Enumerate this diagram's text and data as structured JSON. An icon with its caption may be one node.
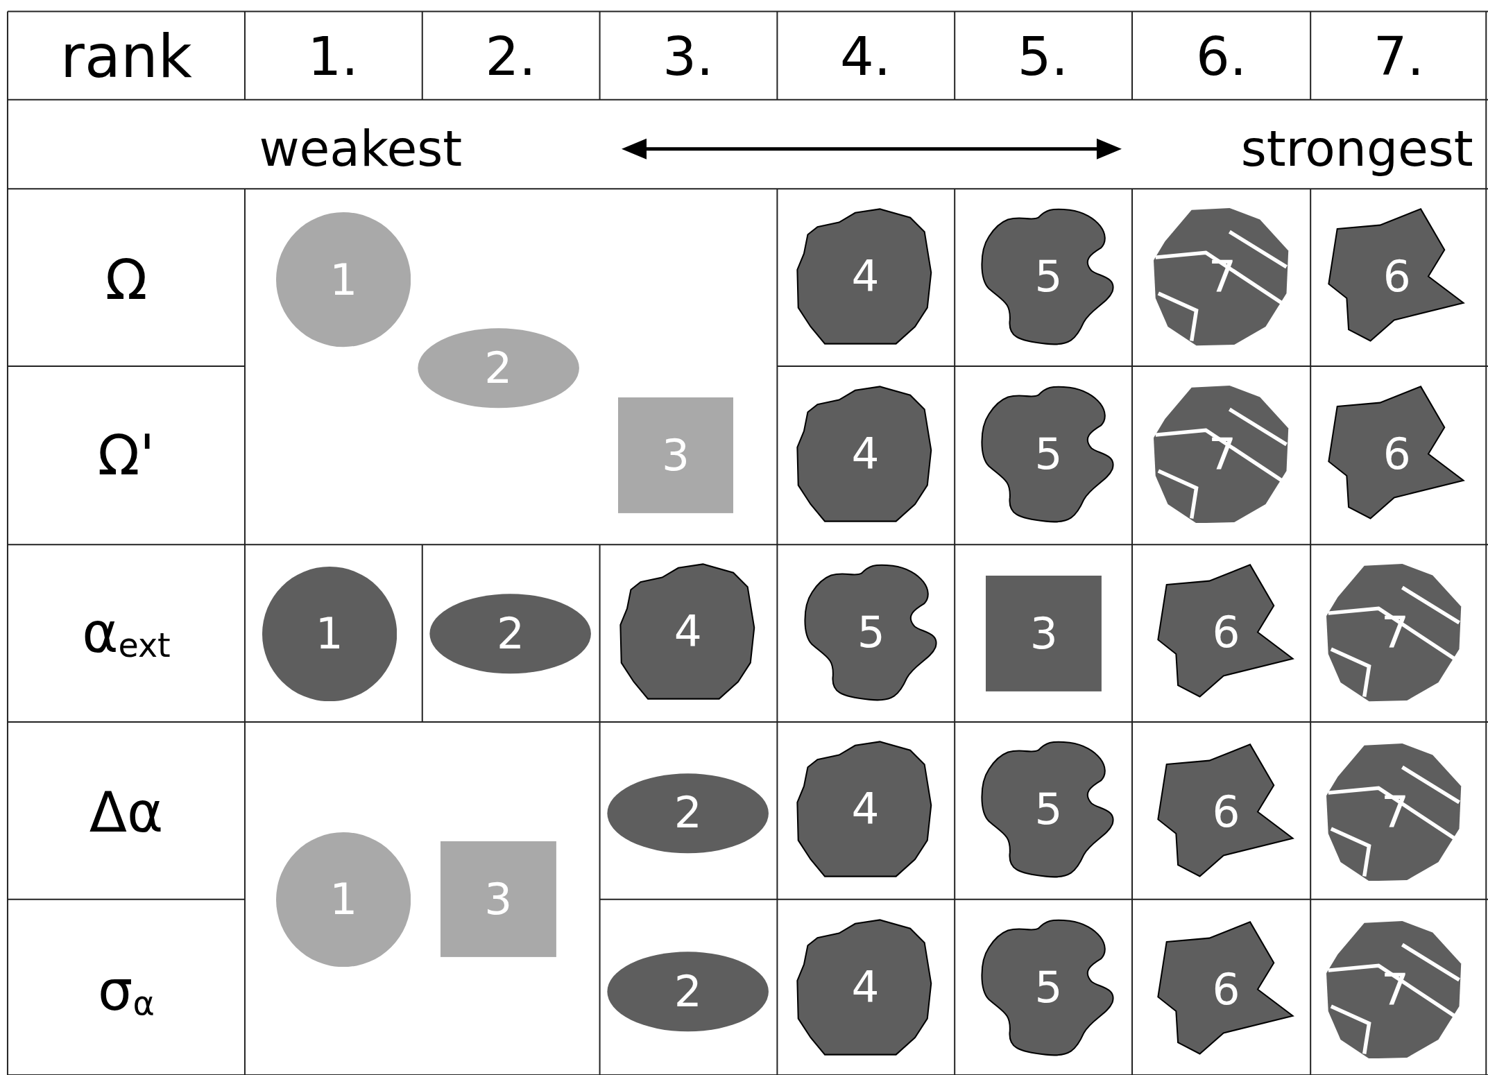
{
  "diagram": {
    "nodes": [
      {
        "text": [
          "1"
        ]
      },
      {
        "text": [
          "4"
        ]
      },
      {
        "text": [
          "5"
        ]
      },
      {
        "text": [
          "7"
        ]
      },
      {
        "text": [
          "6"
        ]
      },
      {
        "text": [
          "2"
        ]
      },
      {
        "text": [
          "3"
        ]
      },
      {
        "text": [
          "4"
        ]
      },
      {
        "text": [
          "5"
        ]
      },
      {
        "text": [
          "7"
        ]
      },
      {
        "text": [
          "6"
        ]
      },
      {
        "text": [
          "1"
        ]
      },
      {
        "text": [
          "2"
        ]
      },
      {
        "text": [
          "4"
        ]
      },
      {
        "text": [
          "5"
        ]
      },
      {
        "text": [
          "3"
        ]
      },
      {
        "text": [
          "6"
        ]
      },
      {
        "text": [
          "7"
        ]
      },
      {
        "text": [
          "2"
        ]
      },
      {
        "text": [
          "4"
        ]
      },
      {
        "text": [
          "5"
        ]
      },
      {
        "text": [
          "6"
        ]
      },
      {
        "text": [
          "7"
        ]
      },
      {
        "text": [
          "1"
        ]
      },
      {
        "text": [
          "3"
        ]
      },
      {
        "text": [
          "2"
        ]
      },
      {
        "text": [
          "4"
        ]
      },
      {
        "text": [
          "5"
        ]
      },
      {
        "text": [
          "6"
        ]
      },
      {
        "text": [
          "7"
        ]
      }
    ],
    "labels": [
      "rank",
      "1.",
      "2.",
      "3.",
      "4.",
      "5.",
      "6.",
      "7.",
      "weakest",
      "strongest",
      "Ω",
      "Ω'",
      "α$_{ext}$",
      "Δα",
      "σ$_{α}$"
    ]
  }
}
